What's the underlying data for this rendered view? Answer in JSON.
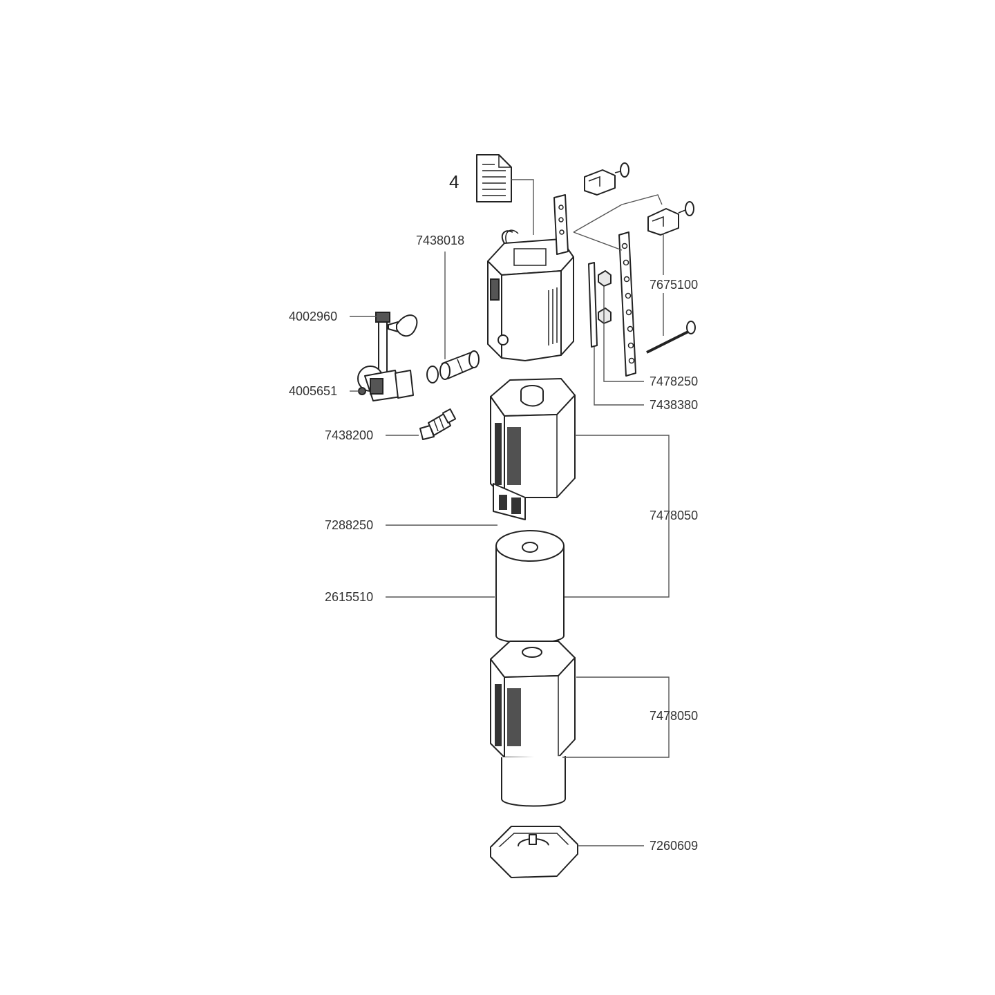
{
  "diagram": {
    "doc_label": "4",
    "labels": {
      "p7438018": "7438018",
      "p4002960": "4002960",
      "p4005651": "4005651",
      "p7438200": "7438200",
      "p7675100": "7675100",
      "p7478250": "7478250",
      "p7438380": "7438380",
      "p7288250": "7288250",
      "p7478050a": "7478050",
      "p2615510": "2615510",
      "p7478050b": "7478050",
      "p7260609": "7260609"
    },
    "colors": {
      "line": "#222222",
      "leader": "#555555",
      "text": "#333333",
      "background": "#ffffff"
    },
    "icons": {
      "document": "document-icon"
    }
  }
}
